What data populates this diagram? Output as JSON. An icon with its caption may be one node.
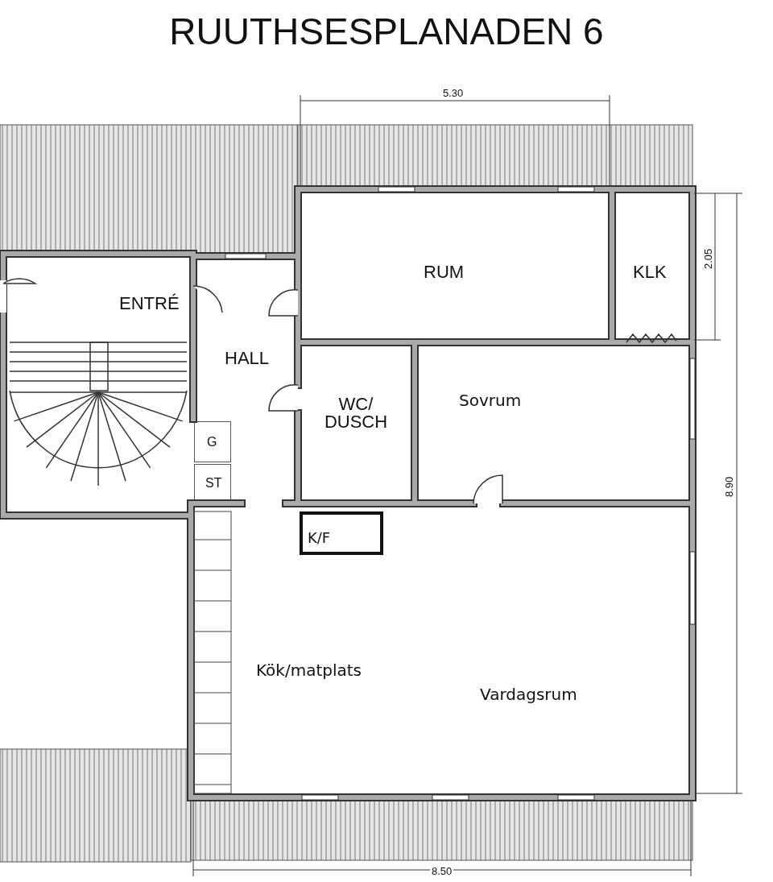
{
  "diagram": {
    "title": "RUUTHSESPLANADEN 6",
    "nodes": [
      {
        "text": [
          "RUM"
        ]
      },
      {
        "text": [
          "KLK"
        ]
      },
      {
        "text": [
          "ENTRÉ"
        ]
      },
      {
        "text": [
          "HALL"
        ]
      },
      {
        "text": [
          "WC/ DUSCH"
        ]
      },
      {
        "text": [
          "Sovrum"
        ]
      },
      {
        "text": [
          "G"
        ],
        "in": 3
      },
      {
        "text": [
          "ST"
        ],
        "in": 3
      },
      {
        "text": [
          "K/F"
        ],
        "in": 9
      },
      {
        "text": [
          "Kök/matplats",
          "Vardagsrum"
        ]
      }
    ],
    "labels": [
      "5.30",
      "2.05",
      "8.90",
      "8.50"
    ]
  }
}
